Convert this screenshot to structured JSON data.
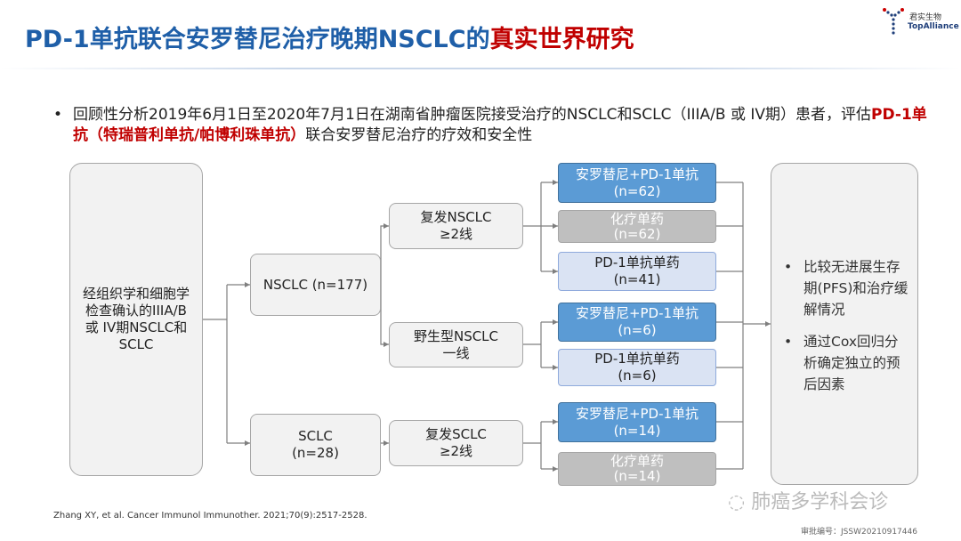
{
  "title": {
    "main": "PD-1单抗联合安罗替尼治疗晚期NSCLC的",
    "highlight": "真实世界研究"
  },
  "logo": {
    "cn": "君实生物",
    "en": "TopAlliance"
  },
  "bullet": {
    "part1": "回顾性分析2019年6月1日至2020年7月1日在湖南省肿瘤医院接受治疗的NSCLC和SCLC（IIIA/B 或 IV期）患者，评估",
    "highlight": "PD-1单抗（特瑞普利单抗/帕博利珠单抗）",
    "part2": "联合安罗替尼治疗的疗效和安全性"
  },
  "diagram": {
    "source": "经组织学和细胞学检查确认的IIIA/B或 IV期NSCLC和SCLC",
    "nsclc": "NSCLC (n=177)",
    "sclc": [
      "SCLC",
      "(n=28)"
    ],
    "relapse_nsclc": [
      "复发NSCLC",
      "≥2线"
    ],
    "wild_nsclc": [
      "野生型NSCLC",
      "一线"
    ],
    "relapse_sclc": [
      "复发SCLC",
      "≥2线"
    ],
    "arms": [
      {
        "name": "安罗替尼+PD-1单抗",
        "n": "(n=62)"
      },
      {
        "name": "化疗单药",
        "n": "(n=62)"
      },
      {
        "name": "PD-1单抗单药",
        "n": "(n=41)"
      },
      {
        "name": "安罗替尼+PD-1单抗",
        "n": "(n=6)"
      },
      {
        "name": "PD-1单抗单药",
        "n": "(n=6)"
      },
      {
        "name": "安罗替尼+PD-1单抗",
        "n": "(n=14)"
      },
      {
        "name": "化疗单药",
        "n": "(n=14)"
      }
    ],
    "outcomes": [
      "比较无进展生存期(PFS)和治疗缓解情况",
      "通过Cox回归分析确定独立的预后因素"
    ]
  },
  "reference": "Zhang XY,  et al. Cancer Immunol Immunother. 2021;70(9):2517-2528.",
  "watermark": "肺癌多学科会诊",
  "approval": "审批编号：JSSW20210917446"
}
